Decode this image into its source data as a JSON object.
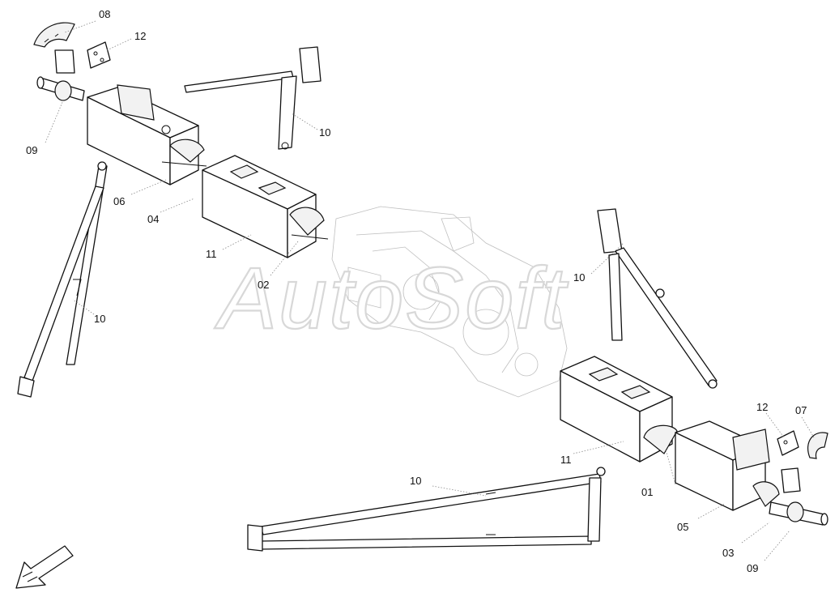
{
  "watermark": {
    "text": "AutoSoft"
  },
  "callouts": [
    {
      "id": "c-08-top",
      "label": "08"
    },
    {
      "id": "c-12-top",
      "label": "12"
    },
    {
      "id": "c-09-left",
      "label": "09"
    },
    {
      "id": "c-10-top",
      "label": "10"
    },
    {
      "id": "c-06",
      "label": "06"
    },
    {
      "id": "c-04",
      "label": "04"
    },
    {
      "id": "c-11-left",
      "label": "11"
    },
    {
      "id": "c-02",
      "label": "02"
    },
    {
      "id": "c-10-left",
      "label": "10"
    },
    {
      "id": "c-10-right",
      "label": "10"
    },
    {
      "id": "c-12-right",
      "label": "12"
    },
    {
      "id": "c-07",
      "label": "07"
    },
    {
      "id": "c-11-right",
      "label": "11"
    },
    {
      "id": "c-01",
      "label": "01"
    },
    {
      "id": "c-05",
      "label": "05"
    },
    {
      "id": "c-03",
      "label": "03"
    },
    {
      "id": "c-09-right",
      "label": "09"
    },
    {
      "id": "c-10-bottom",
      "label": "10"
    }
  ],
  "colors": {
    "line": "#111111",
    "leader": "#888888",
    "ghost": "#bfbfbf",
    "watermark": "#d8d8d8"
  },
  "icons": {
    "direction": "arrow-down-left-icon"
  }
}
